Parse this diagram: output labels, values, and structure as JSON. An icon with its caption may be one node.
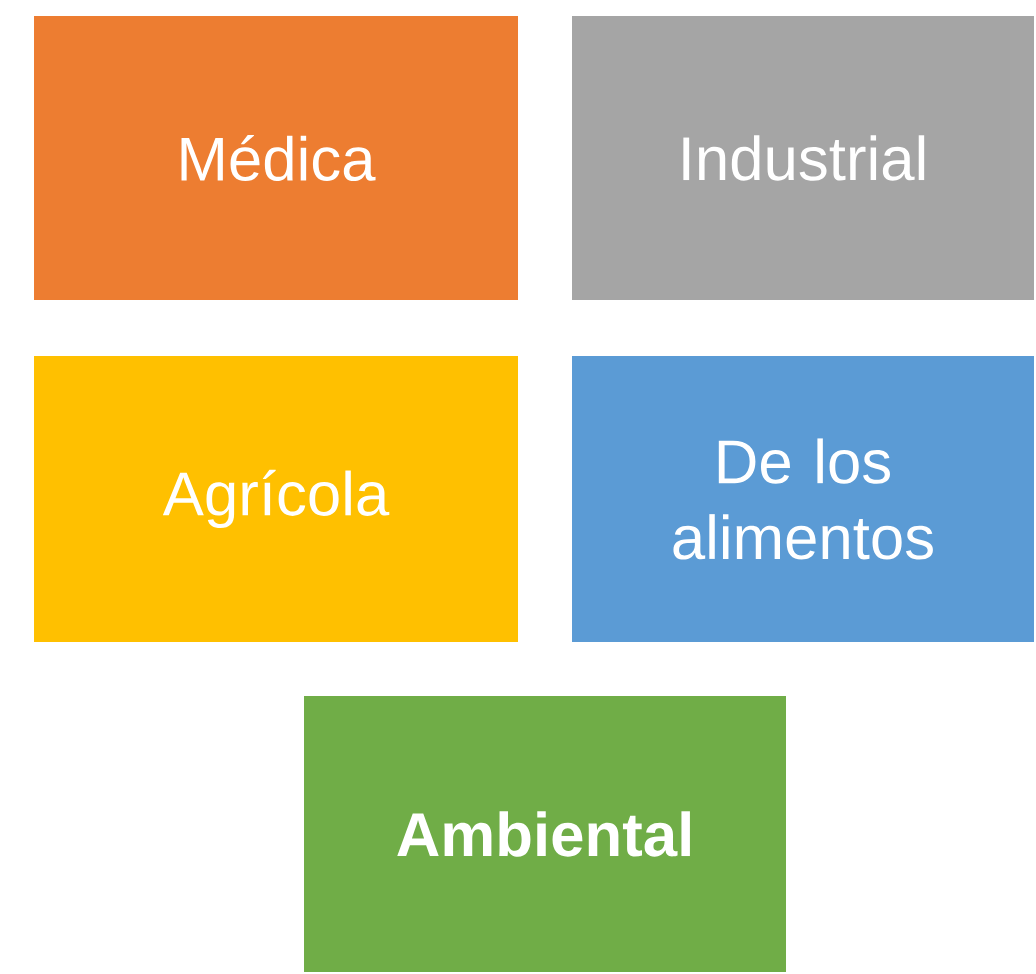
{
  "diagram": {
    "nodes": [
      {
        "text": [
          "Médica"
        ]
      },
      {
        "text": [
          "Industrial"
        ]
      },
      {
        "text": [
          "Agrícola"
        ]
      },
      {
        "text": [
          "De los alimentos"
        ]
      },
      {
        "text": [
          "Ambiental"
        ]
      }
    ]
  }
}
